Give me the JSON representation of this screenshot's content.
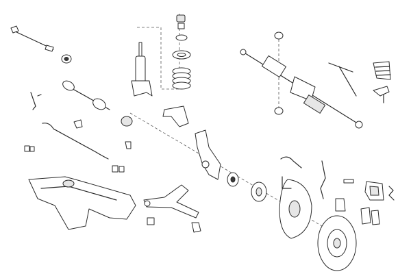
{
  "diagram": {
    "type": "exploded parts diagram",
    "colors": {
      "line": "#2a2a2a",
      "background": "#ffffff",
      "shade": "#e6e6e6"
    },
    "parts": [
      "tie-rod",
      "bushing",
      "shock-absorber",
      "spring-seat-stack",
      "coil-spring",
      "steering-rack",
      "drive-shaft",
      "stabilizer-bar",
      "subframe",
      "control-arm",
      "steering-knuckle",
      "wheel-hub",
      "wheel-flange",
      "splash-shield",
      "brake-disc",
      "brake-caliper",
      "brake-pads",
      "inner-tie-rod",
      "steering-boot",
      "tie-rod-end",
      "brake-hose",
      "abs-sensor",
      "wear-sensor"
    ]
  }
}
